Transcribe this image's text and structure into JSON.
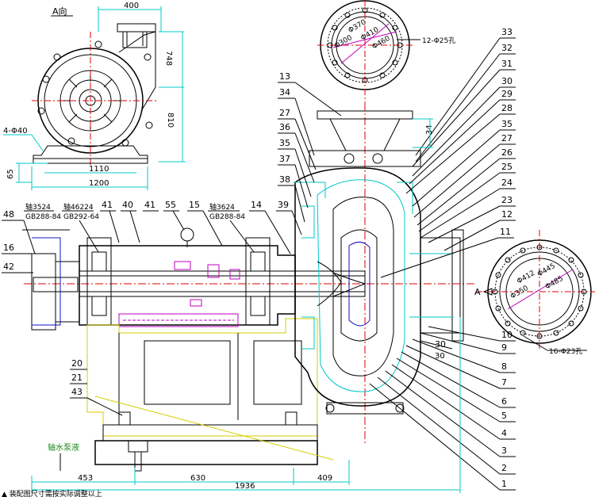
{
  "view_label": "A向",
  "side_view": {
    "top_width": "400",
    "height_748": "748",
    "height_810": "810",
    "bolt_holes": "4-Φ40",
    "base_height": "65",
    "base_1110": "1110",
    "base_1200": "1200"
  },
  "top_flange": {
    "d1": "Φ370",
    "d2": "Φ300",
    "d3": "Φ410",
    "d4": "Φ460",
    "holes": "12-Φ25孔"
  },
  "right_flange": {
    "d1": "Φ445",
    "d2": "Φ412",
    "d3": "Φ350",
    "d4": "Φ485",
    "holes": "16-Φ23孔",
    "arrow_label": "A"
  },
  "bearings": {
    "left_bearing_code": "轴3524",
    "left_bearing_std": "GB288-84",
    "mid_bearing_code": "轴46224",
    "mid_bearing_std": "GB292-64",
    "right_bearing_code": "轴3624",
    "right_bearing_std": "GB288-84"
  },
  "dimensions": {
    "dim_453": "453",
    "dim_630": "630",
    "dim_409": "409",
    "dim_1936": "1936",
    "dim_30": "30",
    "dim_34": "34"
  },
  "water_note": "轴水泵液",
  "bottom_note": "▲ 装配图尺寸需按实际调整以上",
  "left_part_labels": [
    "48",
    "16",
    "42",
    "20",
    "21",
    "43"
  ],
  "top_part_labels": [
    "41",
    "40",
    "41",
    "55",
    "15",
    "14",
    "39"
  ],
  "inner_labels": [
    "13",
    "34",
    "27",
    "36",
    "35",
    "37",
    "38",
    "11",
    "30",
    "10"
  ],
  "right_column_labels": [
    "33",
    "32",
    "31",
    "30",
    "29",
    "28",
    "35",
    "27",
    "26",
    "25",
    "24",
    "23",
    "12"
  ],
  "bottom_right_labels": [
    "9",
    "8",
    "7",
    "6",
    "5",
    "4",
    "3",
    "2",
    "1"
  ]
}
